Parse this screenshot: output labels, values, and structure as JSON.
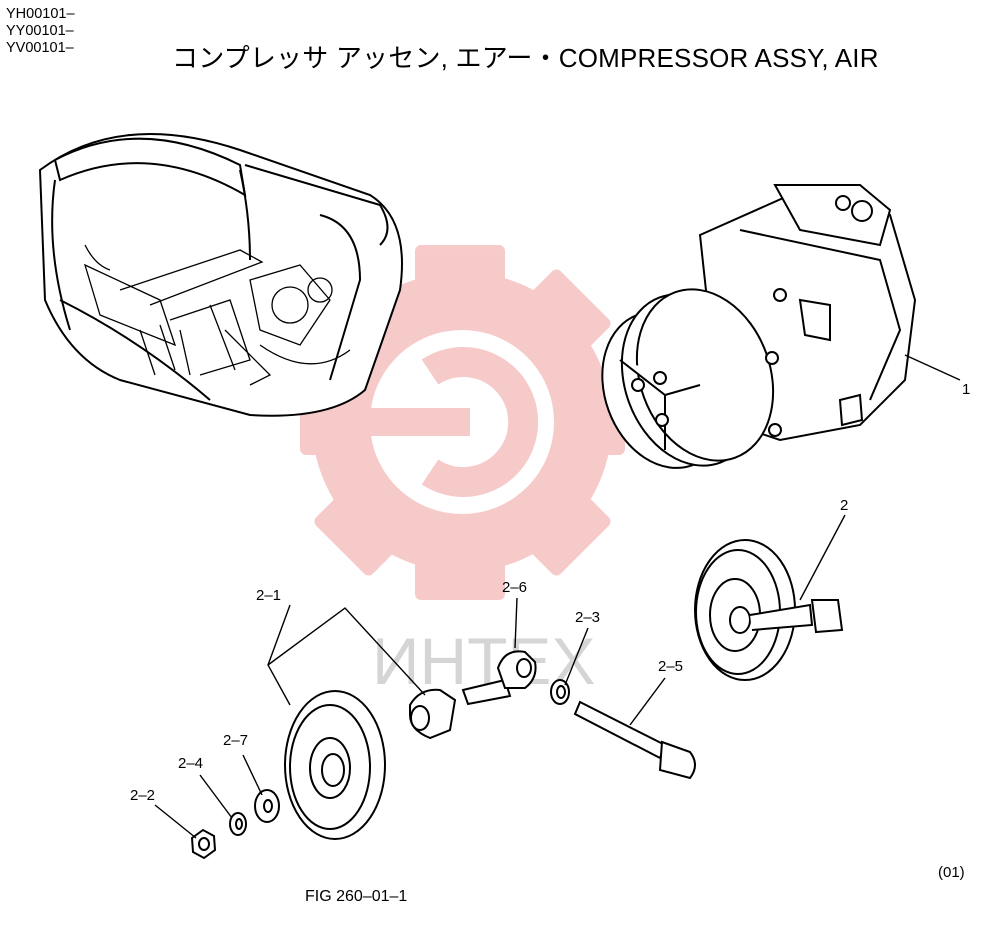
{
  "header": {
    "serials": [
      "YH00101–",
      "YY00101–",
      "YV00101–"
    ],
    "title": "コンプレッサ アッセン, エアー・COMPRESSOR ASSY, AIR"
  },
  "callouts": {
    "part_1": "1",
    "part_2": "2",
    "part_2_1": "2–1",
    "part_2_2": "2–2",
    "part_2_3": "2–3",
    "part_2_4": "2–4",
    "part_2_5": "2–5",
    "part_2_6": "2–6",
    "part_2_7": "2–7"
  },
  "watermark": {
    "text": "ИНТЕХ",
    "gear_color": "#f2a0a0",
    "text_color": "#c8c8c8"
  },
  "footer": {
    "figure": "FIG 260–01–1",
    "page_code": "(01)"
  }
}
